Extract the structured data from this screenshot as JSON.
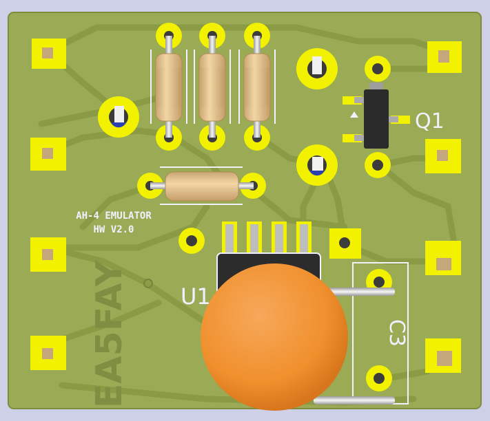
{
  "board": {
    "title_line1": "AH-4 EMULATOR",
    "title_line2": "HW V2.0",
    "callsign": "EA5FAY"
  },
  "designators": {
    "q1": "Q1",
    "u1": "U1",
    "c3": "C3"
  },
  "colors": {
    "substrate": "#9aaa55",
    "trace": "#8d9c47",
    "pad": "#f2f200",
    "silkscreen": "#f0f0ff",
    "resistor_body": "#e8c792",
    "capacitor_body": "#f0942f",
    "ic_body": "#2a2a2a",
    "background": "#cdd0e6"
  }
}
